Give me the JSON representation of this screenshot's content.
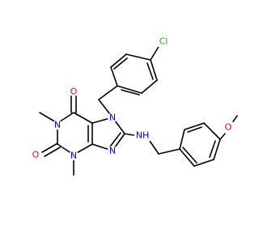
{
  "structure": {
    "colors": {
      "carbon_bond": "#000000",
      "oxygen": "#ff0000",
      "nitrogen": "#0000ff",
      "chlorine": "#00cc00",
      "background": "#ffffff"
    },
    "atom_labels": {
      "o6": "O",
      "o2": "O",
      "n1": "N",
      "n3": "N",
      "n7": "N",
      "n9": "N",
      "nh": "NH",
      "cl": "Cl",
      "ome": "O"
    }
  }
}
